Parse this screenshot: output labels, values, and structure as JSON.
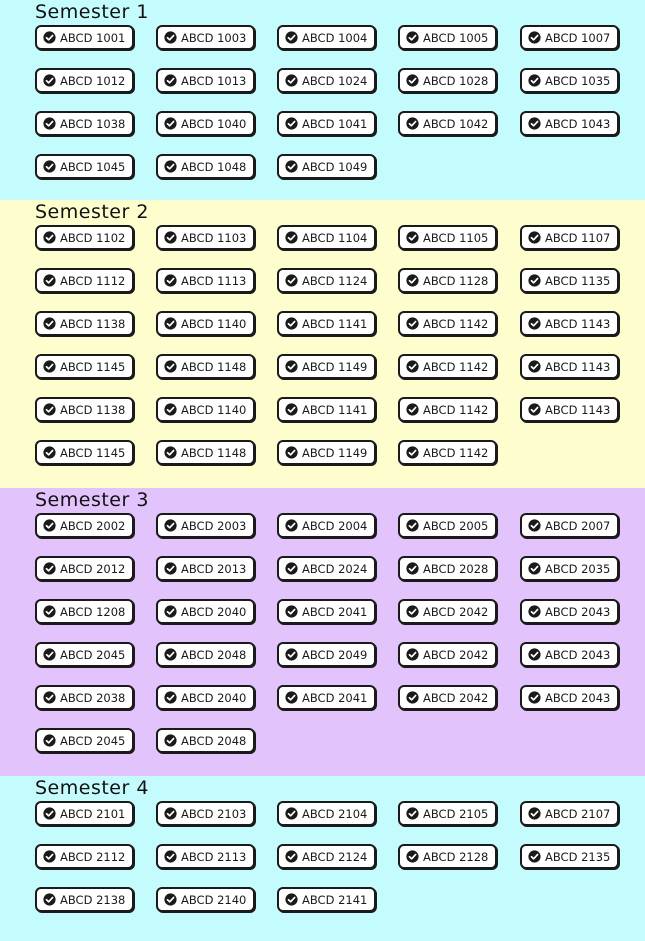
{
  "colors": {
    "cyan_section": "#c4fcfd",
    "yellow_section": "#fdfdce",
    "purple_section": "#e2c3fc",
    "badge_border": "#1a1a1a",
    "badge_fill": "#ffffff"
  },
  "icons": {
    "course_badge_icon": "check-circle-icon"
  },
  "semesters": [
    {
      "title": "Semester 1",
      "color": "#c4fcfd",
      "courses": [
        "ABCD 1001",
        "ABCD 1003",
        "ABCD 1004",
        "ABCD 1005",
        "ABCD 1007",
        "ABCD 1012",
        "ABCD 1013",
        "ABCD 1024",
        "ABCD 1028",
        "ABCD 1035",
        "ABCD 1038",
        "ABCD 1040",
        "ABCD 1041",
        "ABCD 1042",
        "ABCD 1043",
        "ABCD 1045",
        "ABCD 1048",
        "ABCD 1049"
      ]
    },
    {
      "title": "Semester 2",
      "color": "#fdfdce",
      "courses": [
        "ABCD 1102",
        "ABCD 1103",
        "ABCD 1104",
        "ABCD 1105",
        "ABCD 1107",
        "ABCD 1112",
        "ABCD 1113",
        "ABCD 1124",
        "ABCD 1128",
        "ABCD 1135",
        "ABCD 1138",
        "ABCD 1140",
        "ABCD 1141",
        "ABCD 1142",
        "ABCD 1143",
        "ABCD 1145",
        "ABCD 1148",
        "ABCD 1149",
        "ABCD 1142",
        "ABCD 1143",
        "ABCD 1138",
        "ABCD 1140",
        "ABCD 1141",
        "ABCD 1142",
        "ABCD 1143",
        "ABCD 1145",
        "ABCD 1148",
        "ABCD 1149",
        "ABCD 1142"
      ]
    },
    {
      "title": "Semester 3",
      "color": "#e2c3fc",
      "courses": [
        "ABCD 2002",
        "ABCD 2003",
        "ABCD 2004",
        "ABCD 2005",
        "ABCD 2007",
        "ABCD 2012",
        "ABCD 2013",
        "ABCD 2024",
        "ABCD 2028",
        "ABCD 2035",
        "ABCD 1208",
        "ABCD 2040",
        "ABCD 2041",
        "ABCD 2042",
        "ABCD 2043",
        "ABCD 2045",
        "ABCD 2048",
        "ABCD 2049",
        "ABCD 2042",
        "ABCD 2043",
        "ABCD 2038",
        "ABCD 2040",
        "ABCD 2041",
        "ABCD 2042",
        "ABCD 2043",
        "ABCD 2045",
        "ABCD 2048"
      ]
    },
    {
      "title": "Semester 4",
      "color": "#c4fcfd",
      "courses": [
        "ABCD 2101",
        "ABCD 2103",
        "ABCD 2104",
        "ABCD 2105",
        "ABCD 2107",
        "ABCD 2112",
        "ABCD 2113",
        "ABCD 2124",
        "ABCD 2128",
        "ABCD 2135",
        "ABCD 2138",
        "ABCD 2140",
        "ABCD 2141"
      ]
    }
  ]
}
